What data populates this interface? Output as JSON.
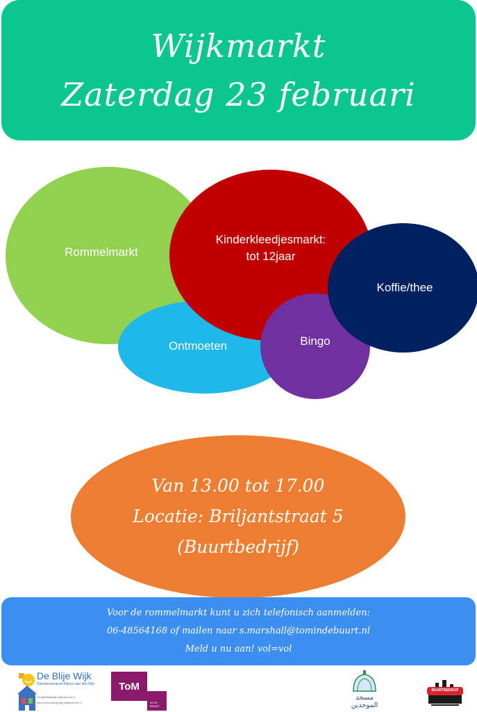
{
  "header": {
    "line1": "Wijkmarkt",
    "line2": "Zaterdag 23 februari"
  },
  "activities": {
    "rommelmarkt": "Rommelmarkt",
    "kinder_line1": "Kinderkleedjesmarkt:",
    "kinder_line2": "tot 12jaar",
    "koffie": "Koffie/thee",
    "ontmoeten": "Ontmoeten",
    "bingo": "Bingo"
  },
  "details": {
    "time": "Van 13.00 tot 17.00",
    "location": "Locatie: Briljantstraat 5",
    "venue": "(Buurtbedrijf)"
  },
  "info": {
    "line1": "Voor de rommelmarkt kunt u zich telefonisch aanmelden:",
    "line2": "06-48564168 of mailen naar s.marshall@tomindebuurt.nl",
    "line3": "Meld u nu aan! vol=vol"
  },
  "logos": {
    "blije_title": "De Blije Wijk",
    "blije_sub": "Dienstencentrum Rijnen aan den Rijn",
    "blije_foot1": "info@deblijewijk-wijkcentrum.nl",
    "blije_foot2": "http://www.deblijewijk-wijkcentrum.nl",
    "tom": "ToM",
    "tom_tag_line1": "IN DE",
    "tom_tag_line2": "BUURT",
    "mosque_line1": "مسجد",
    "mosque_line2": "الموحدين",
    "buurt": "BUURTBEDRIJF"
  },
  "colors": {
    "header": "#0cc690",
    "rommelmarkt": "#92d050",
    "kinderkleedjesmarkt": "#c00000",
    "koffie": "#002060",
    "ontmoeten": "#1fb8ea",
    "bingo": "#7030a0",
    "time_ellipse": "#ed7d31",
    "info_bar": "#3c8ff0"
  }
}
